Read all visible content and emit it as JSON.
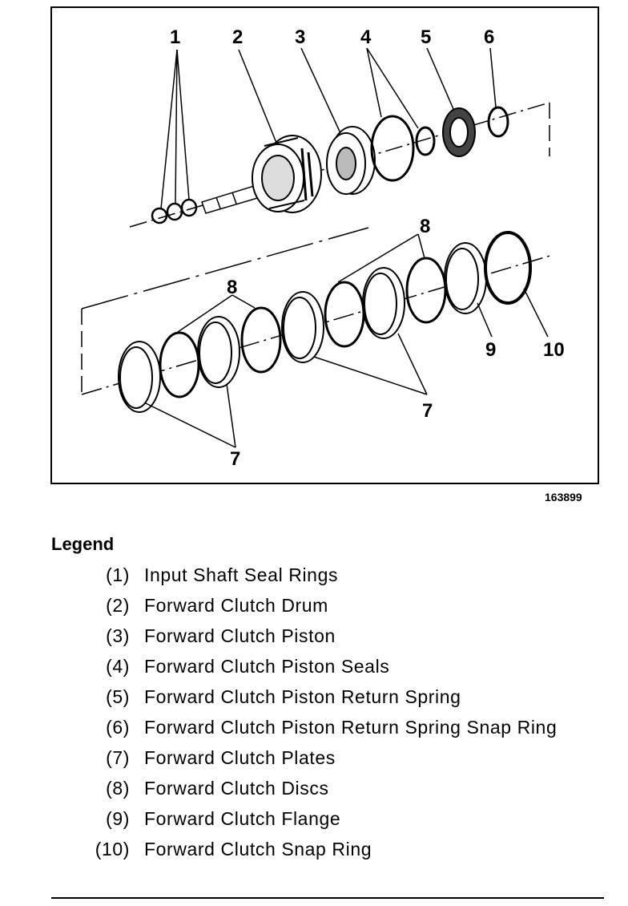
{
  "figure": {
    "id": "163899",
    "callouts": {
      "c1": "1",
      "c2": "2",
      "c3": "3",
      "c4": "4",
      "c5": "5",
      "c6": "6",
      "c8a": "8",
      "c8b": "8",
      "c7a": "7",
      "c7b": "7",
      "c9": "9",
      "c10": "10"
    }
  },
  "legend": {
    "title": "Legend",
    "items": [
      {
        "num": "(1)",
        "text": "Input Shaft Seal Rings"
      },
      {
        "num": "(2)",
        "text": "Forward Clutch Drum"
      },
      {
        "num": "(3)",
        "text": "Forward Clutch Piston"
      },
      {
        "num": "(4)",
        "text": "Forward Clutch Piston Seals"
      },
      {
        "num": "(5)",
        "text": "Forward Clutch Piston Return Spring"
      },
      {
        "num": "(6)",
        "text": "Forward Clutch Piston Return Spring Snap Ring"
      },
      {
        "num": "(7)",
        "text": "Forward Clutch Plates"
      },
      {
        "num": "(8)",
        "text": "Forward Clutch Discs"
      },
      {
        "num": "(9)",
        "text": "Forward Clutch Flange"
      },
      {
        "num": "(10)",
        "text": "Forward Clutch Snap Ring"
      }
    ]
  }
}
